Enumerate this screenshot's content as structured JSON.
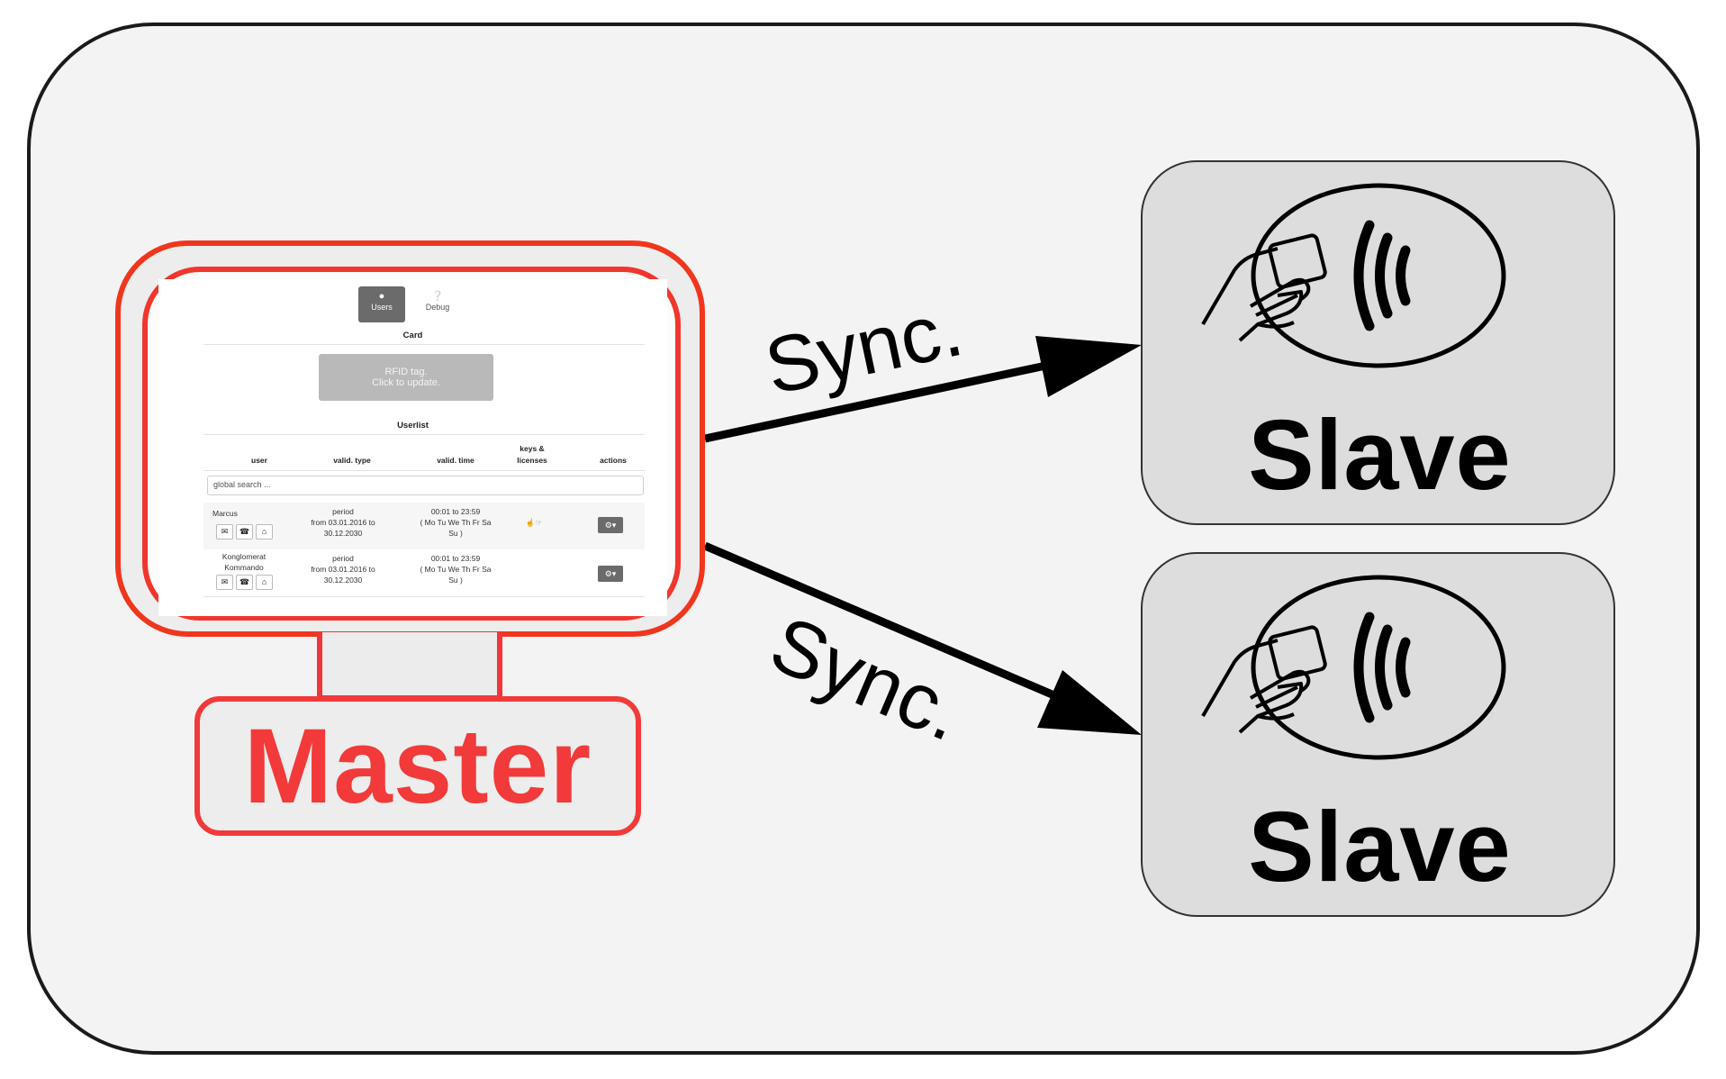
{
  "master": {
    "label": "Master",
    "screen": {
      "tabs": [
        {
          "label": "Users",
          "icon": "user-icon"
        },
        {
          "label": "Debug",
          "icon": "question-icon"
        }
      ],
      "card_heading": "Card",
      "rfid_line1": "RFID tag.",
      "rfid_line2": "Click to update.",
      "userlist_heading": "Userlist",
      "columns": [
        "user",
        "valid. type",
        "valid. time",
        "keys &",
        "licenses",
        "actions"
      ],
      "search_placeholder": "global search ...",
      "rows": [
        {
          "user": "Marcus",
          "type1": "period",
          "type2": "from 03.01.2016 to",
          "type3": "30.12.2030",
          "time1": "00:01 to 23:59",
          "time2": "( Mo Tu We Th Fr Sa",
          "time3": "Su )"
        },
        {
          "user1": "Konglomerat",
          "user2": "Kommando",
          "type1": "period",
          "type2": "from 03.01.2016 to",
          "type3": "30.12.2030",
          "time1": "00:01 to 23:59",
          "time2": "( Mo Tu We Th Fr Sa",
          "time3": "Su )"
        }
      ]
    }
  },
  "edges": [
    {
      "label": "Sync."
    },
    {
      "label": "Sync."
    }
  ],
  "slaves": [
    {
      "label": "Slave",
      "icon": "contactless-card-icon"
    },
    {
      "label": "Slave",
      "icon": "contactless-card-icon"
    }
  ],
  "colors": {
    "master_red": "#f23a3a",
    "frame_bg": "#f3f3f3",
    "slave_bg": "#dddddd"
  }
}
